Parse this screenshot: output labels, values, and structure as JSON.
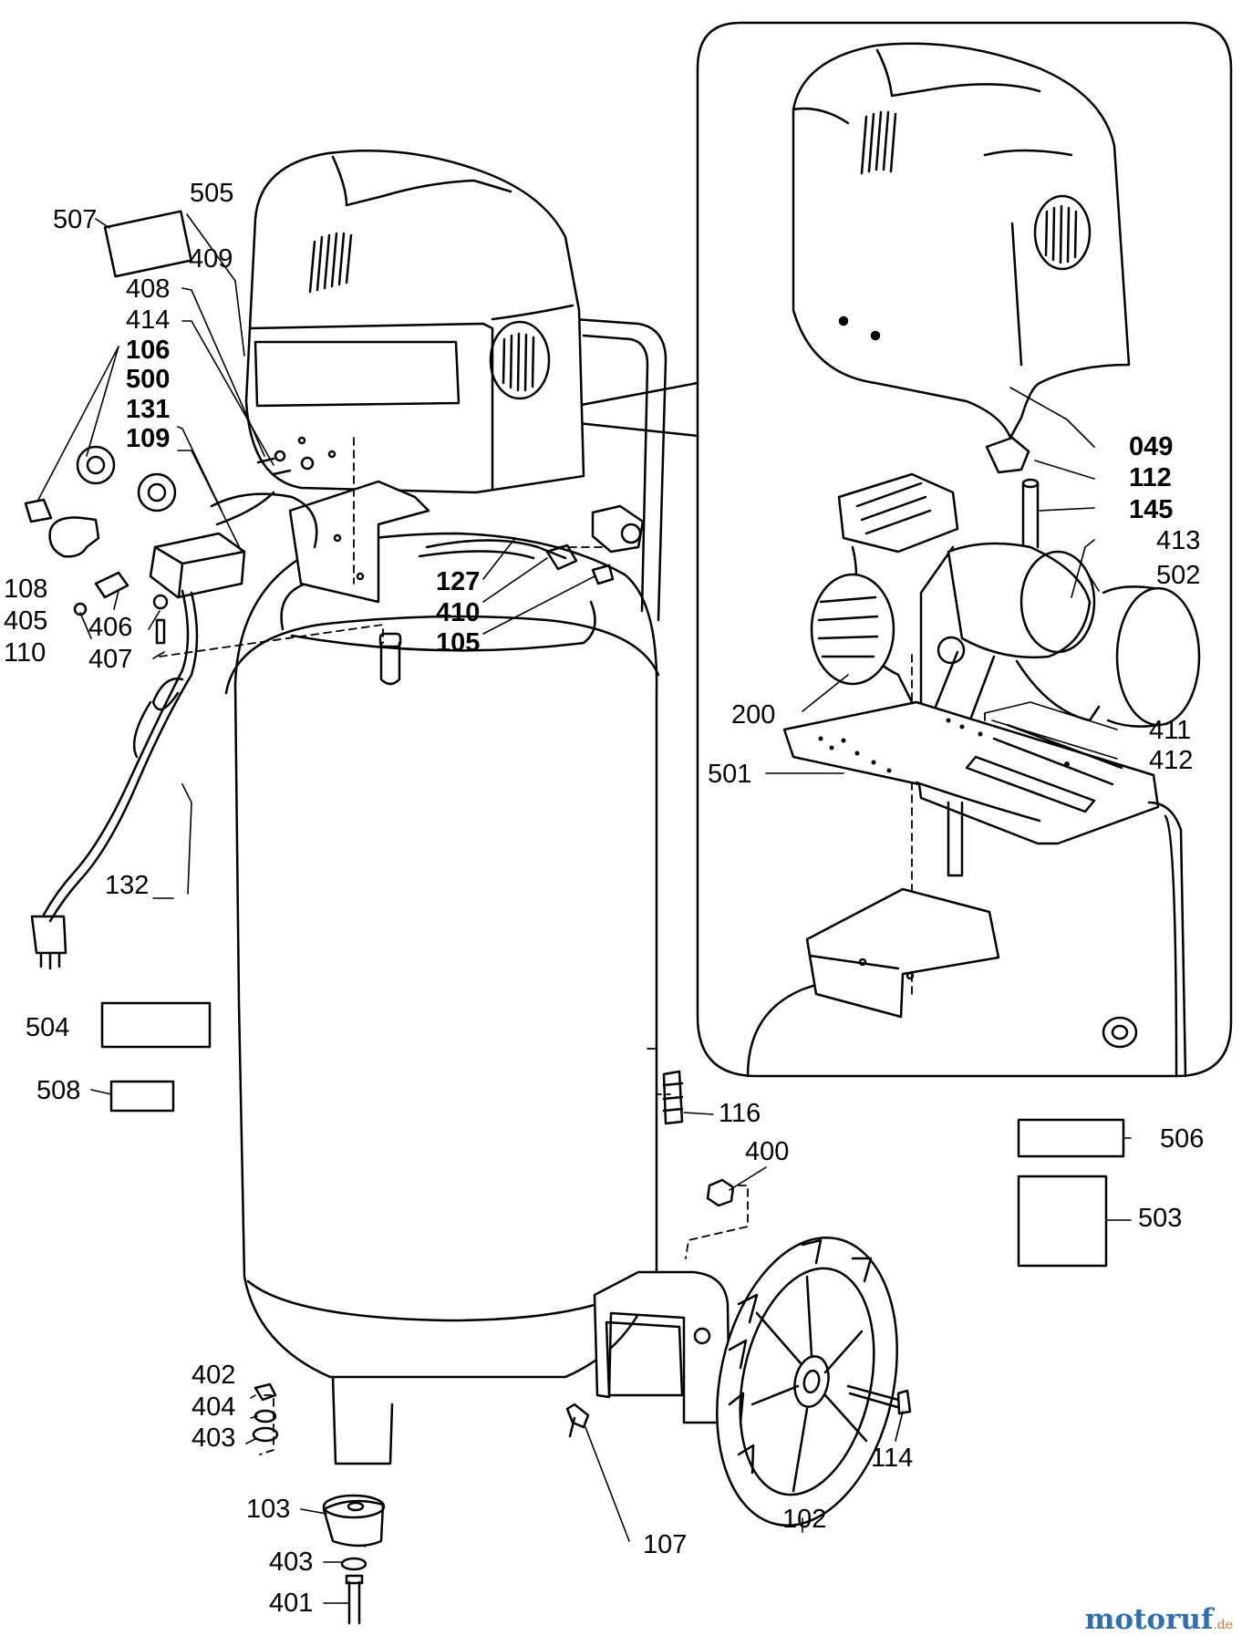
{
  "colors": {
    "line": "#000000",
    "background": "#ffffff",
    "watermark_primary": "#2f6fb0",
    "watermark_secondary": "#d0702a"
  },
  "watermark": {
    "name": "motoruf",
    "suffix": ".de"
  },
  "callouts": [
    {
      "id": "049",
      "text": "049"
    },
    {
      "id": "102",
      "text": "102"
    },
    {
      "id": "103",
      "text": "103"
    },
    {
      "id": "105",
      "text": "105"
    },
    {
      "id": "106",
      "text": "106"
    },
    {
      "id": "107",
      "text": "107"
    },
    {
      "id": "108",
      "text": "108"
    },
    {
      "id": "109",
      "text": "109"
    },
    {
      "id": "110",
      "text": "110"
    },
    {
      "id": "112",
      "text": "112"
    },
    {
      "id": "114",
      "text": "114"
    },
    {
      "id": "116",
      "text": "116"
    },
    {
      "id": "127",
      "text": "127"
    },
    {
      "id": "131",
      "text": "131"
    },
    {
      "id": "132",
      "text": "132"
    },
    {
      "id": "145",
      "text": "145"
    },
    {
      "id": "200",
      "text": "200"
    },
    {
      "id": "400",
      "text": "400"
    },
    {
      "id": "401",
      "text": "401"
    },
    {
      "id": "402",
      "text": "402"
    },
    {
      "id": "403a",
      "text": "403"
    },
    {
      "id": "403b",
      "text": "403"
    },
    {
      "id": "404",
      "text": "404"
    },
    {
      "id": "405",
      "text": "405"
    },
    {
      "id": "406",
      "text": "406"
    },
    {
      "id": "407",
      "text": "407"
    },
    {
      "id": "408",
      "text": "408"
    },
    {
      "id": "409",
      "text": "409"
    },
    {
      "id": "410",
      "text": "410"
    },
    {
      "id": "411",
      "text": "411"
    },
    {
      "id": "412",
      "text": "412"
    },
    {
      "id": "413",
      "text": "413"
    },
    {
      "id": "414",
      "text": "414"
    },
    {
      "id": "500",
      "text": "500"
    },
    {
      "id": "501",
      "text": "501"
    },
    {
      "id": "502",
      "text": "502"
    },
    {
      "id": "503",
      "text": "503"
    },
    {
      "id": "504",
      "text": "504"
    },
    {
      "id": "505",
      "text": "505"
    },
    {
      "id": "506",
      "text": "506"
    },
    {
      "id": "507",
      "text": "507"
    },
    {
      "id": "508",
      "text": "508"
    }
  ]
}
